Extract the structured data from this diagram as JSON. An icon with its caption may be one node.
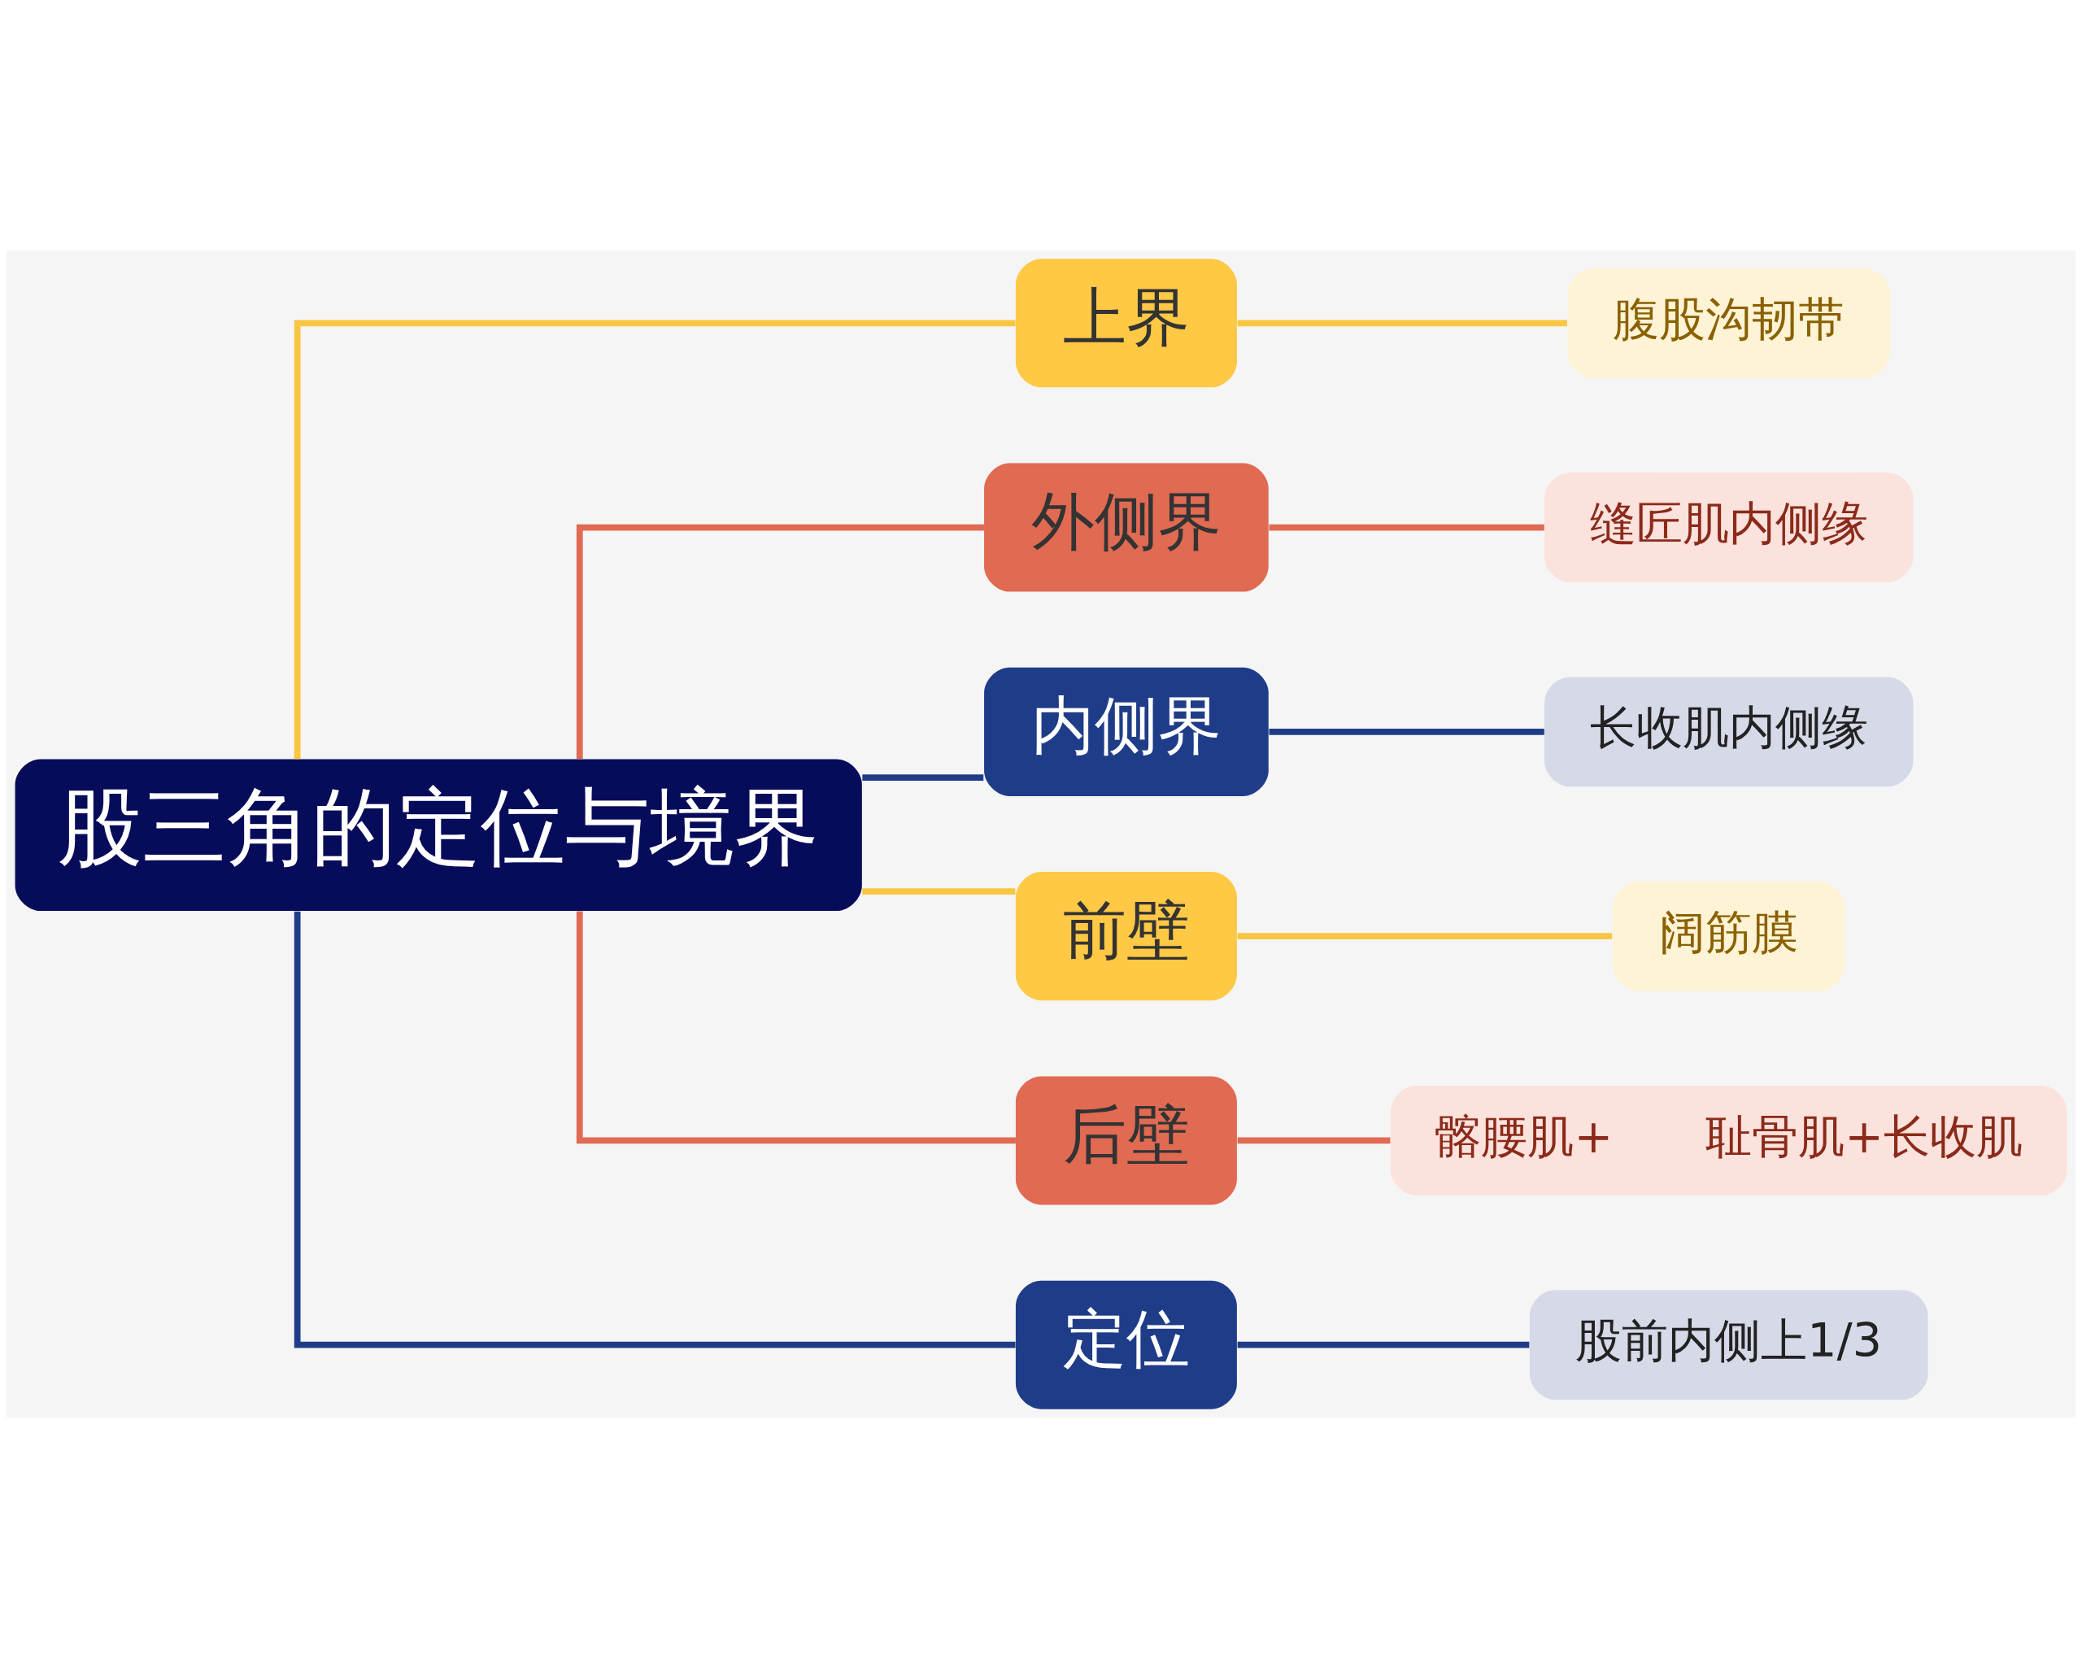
{
  "diagram": {
    "nodes": [
      {
        "text": [
          "股三角的定位与境界"
        ]
      },
      {
        "text": [
          "上界"
        ]
      },
      {
        "text": [
          "外侧界"
        ]
      },
      {
        "text": [
          "内侧界"
        ]
      },
      {
        "text": [
          "前壁"
        ]
      },
      {
        "text": [
          "后壁"
        ]
      },
      {
        "text": [
          "定位"
        ]
      },
      {
        "text": [
          "腹股沟韧带"
        ]
      },
      {
        "text": [
          "缝匠肌内侧缘"
        ]
      },
      {
        "text": [
          "长收肌内侧缘"
        ]
      },
      {
        "text": [
          "阔筋膜"
        ]
      },
      {
        "text": [
          "髂腰肌+　　耻骨肌+长收肌"
        ]
      },
      {
        "text": [
          "股前内侧上1/3"
        ]
      }
    ],
    "edges": [
      {
        "from": 0,
        "to": 1,
        "arrow": "none",
        "color": "#f9c642"
      },
      {
        "from": 0,
        "to": 2,
        "arrow": "none",
        "color": "#e06a52"
      },
      {
        "from": 0,
        "to": 3,
        "arrow": "none",
        "color": "#1f3c88"
      },
      {
        "from": 0,
        "to": 4,
        "arrow": "none",
        "color": "#f9c642"
      },
      {
        "from": 0,
        "to": 5,
        "arrow": "none",
        "color": "#e06a52"
      },
      {
        "from": 0,
        "to": 6,
        "arrow": "none",
        "color": "#1f3c88"
      },
      {
        "from": 1,
        "to": 7,
        "arrow": "none",
        "color": "#f9c642"
      },
      {
        "from": 2,
        "to": 8,
        "arrow": "none",
        "color": "#e06a52"
      },
      {
        "from": 3,
        "to": 9,
        "arrow": "none",
        "color": "#1f3c88"
      },
      {
        "from": 4,
        "to": 10,
        "arrow": "none",
        "color": "#f9c642"
      },
      {
        "from": 5,
        "to": 11,
        "arrow": "none",
        "color": "#e06a52"
      },
      {
        "from": 6,
        "to": 12,
        "arrow": "none",
        "color": "#1f3c88"
      }
    ]
  }
}
